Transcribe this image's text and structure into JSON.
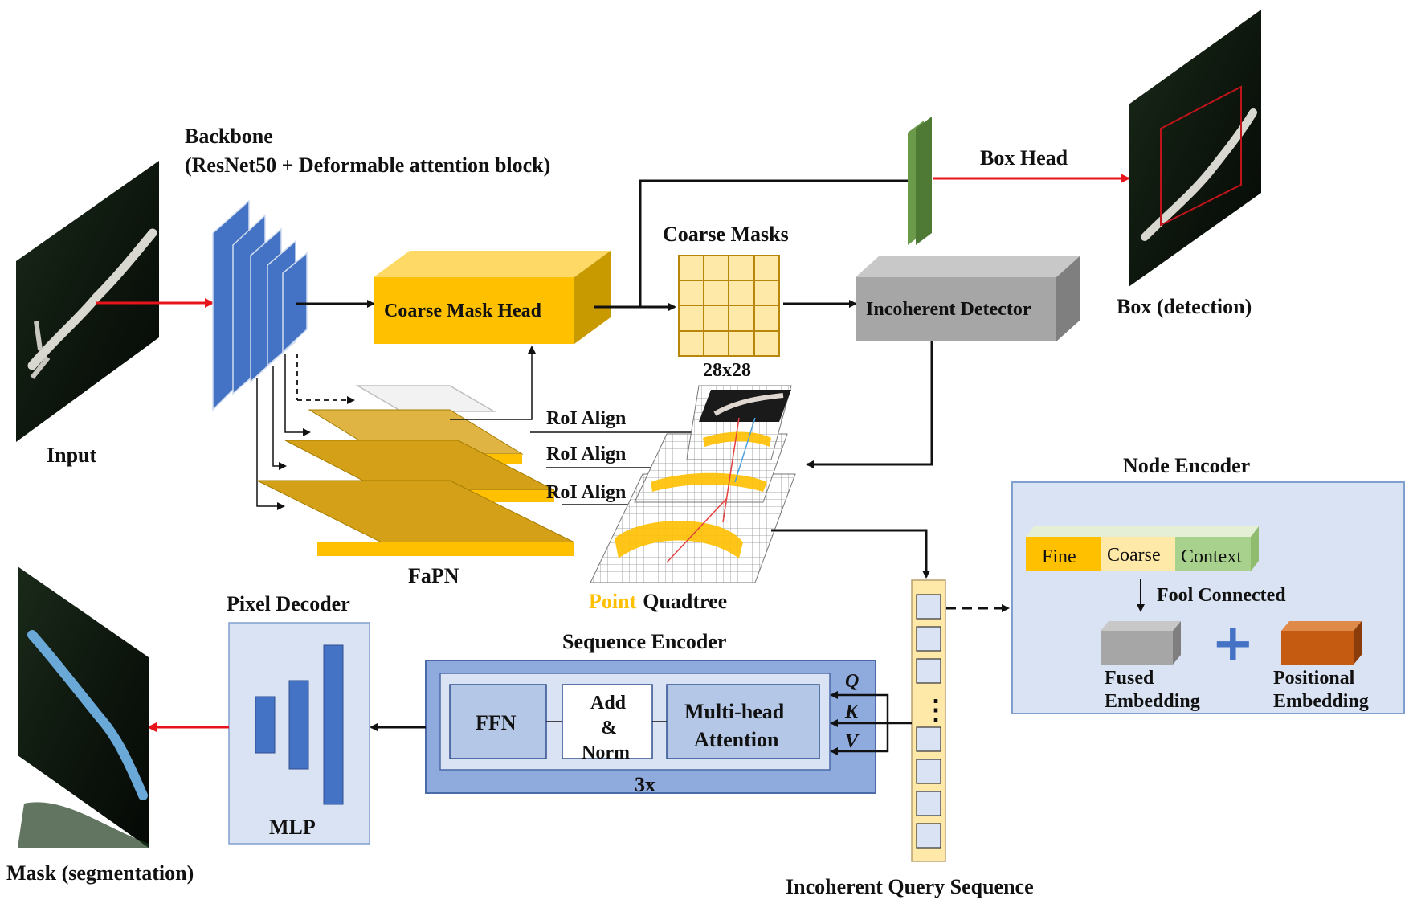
{
  "labels": {
    "backbone_title": "Backbone",
    "backbone_sub": "(ResNet50 + Deformable attention block)",
    "input": "Input",
    "coarse_mask_head": "Coarse Mask Head",
    "coarse_masks": "Coarse Masks",
    "grid_size": "28x28",
    "incoherent_detector": "Incoherent Detector",
    "box_head": "Box Head",
    "box_detection": "Box (detection)",
    "roi_align_1": "RoI Align",
    "roi_align_2": "RoI Align",
    "roi_align_3": "RoI Align",
    "fapn": "FaPN",
    "point_word": "Point",
    "quadtree_word": "Quadtree",
    "node_encoder": "Node Encoder",
    "fine": "Fine",
    "coarse": "Coarse",
    "context": "Context",
    "fool_connected": "Fool Connected",
    "fused_1": "Fused",
    "fused_2": "Embedding",
    "plus": "+",
    "positional_1": "Positional",
    "positional_2": "Embedding",
    "pixel_decoder": "Pixel Decoder",
    "mlp": "MLP",
    "sequence_encoder": "Sequence Encoder",
    "ffn": "FFN",
    "add": "Add",
    "amp": "&",
    "norm": "Norm",
    "mha_1": "Multi-head",
    "mha_2": "Attention",
    "repeat": "3x",
    "q": "Q",
    "k": "K",
    "v": "V",
    "query_sequence": "Incoherent  Query  Sequence",
    "mask_segmentation": "Mask (segmentation)",
    "vdots": "⋮"
  },
  "colors": {
    "backbone_blue": "#4472c4",
    "mask_yellow": "#ffc000",
    "fapn_gold": "#d4a017",
    "grid_cream": "#ffe9a8",
    "detector_gray": "#a6a6a6",
    "box_green": "#4e7a35",
    "panel_blue": "#dae3f3",
    "encoder_blue": "#8faadc",
    "arrow_red": "#e8141b",
    "point_yellow": "#ffc000",
    "positional_orange": "#c55a11",
    "context_green": "#a9d18e"
  }
}
